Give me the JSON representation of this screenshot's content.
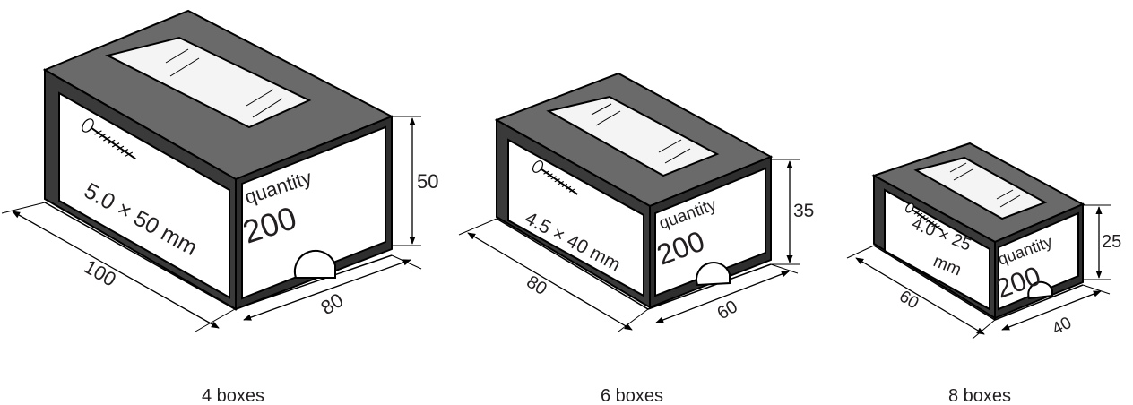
{
  "boxes": [
    {
      "size_label": "5.0 × 50 mm",
      "quantity_label": "quantity",
      "quantity_value": "200",
      "dim_length": "100",
      "dim_width": "80",
      "dim_height": "50",
      "count_label": "4 boxes"
    },
    {
      "size_label": "4.5 × 40 mm",
      "quantity_label": "quantity",
      "quantity_value": "200",
      "dim_length": "80",
      "dim_width": "60",
      "dim_height": "35",
      "count_label": "6 boxes"
    },
    {
      "size_label_line1": "4.0 × 25",
      "size_label_line2": "mm",
      "quantity_label": "quantity",
      "quantity_value": "200",
      "dim_length": "60",
      "dim_width": "40",
      "dim_height": "25",
      "count_label": "8 boxes"
    }
  ],
  "colors": {
    "box_dark": "#3a3a3a",
    "box_top": "#6a6a6a",
    "panel": "#ffffff",
    "outline": "#000000"
  },
  "icons": [
    "screw-icon",
    "thumb-notch-icon",
    "window-glare-icon"
  ]
}
